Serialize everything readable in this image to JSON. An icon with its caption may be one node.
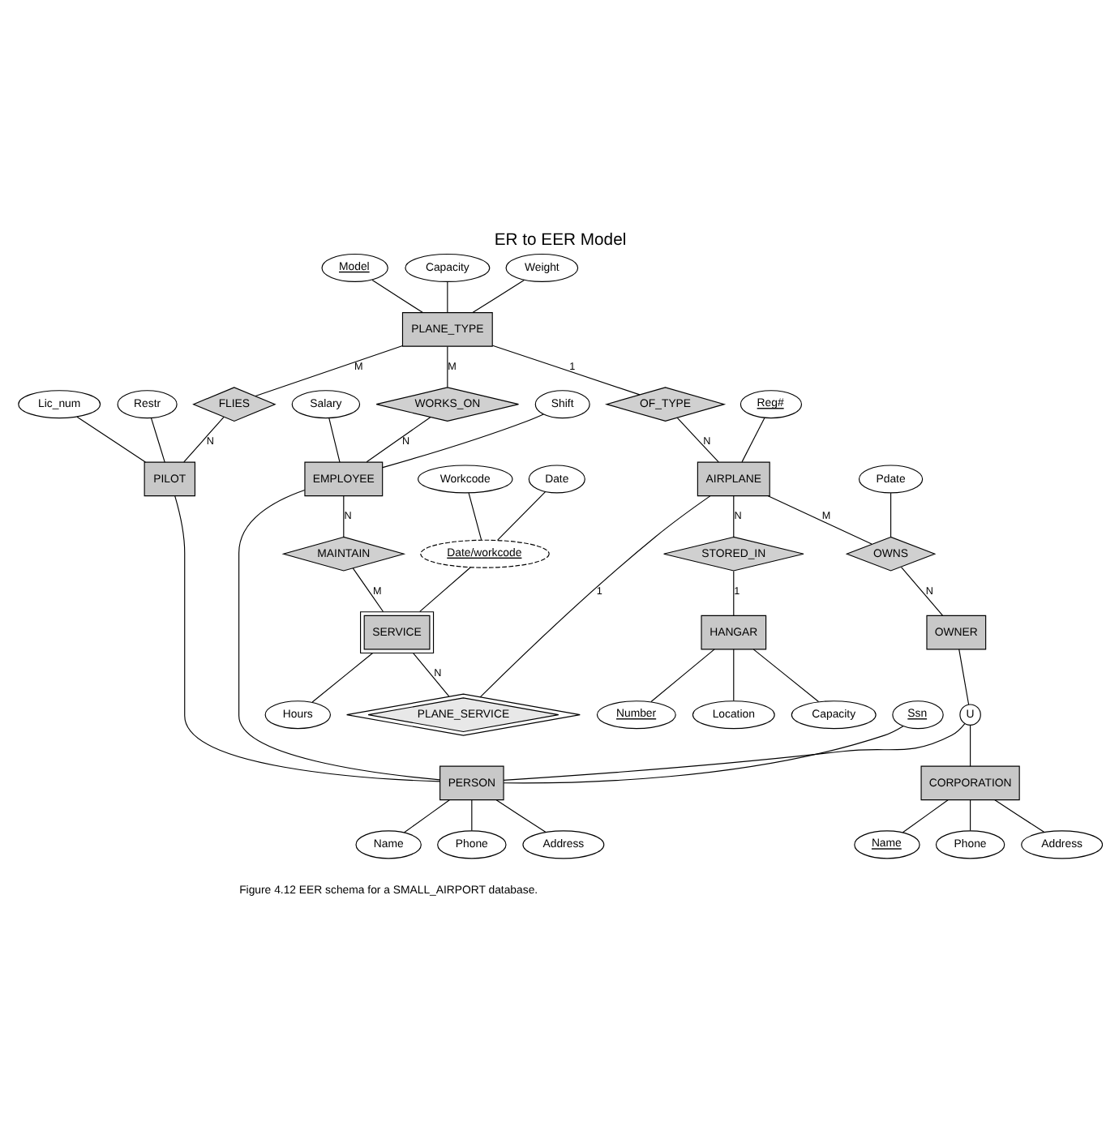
{
  "diagram": {
    "title": "ER to EER Model",
    "caption": "Figure 4.12 EER schema for a SMALL_AIRPORT database.",
    "nodes": [
      {
        "text": [
          "Salary"
        ]
      },
      {
        "text": [
          "Shift"
        ]
      },
      {
        "text": [
          "Model"
        ]
      },
      {
        "text": [
          "Capacity"
        ]
      },
      {
        "text": [
          "Weight"
        ]
      },
      {
        "text": [
          "WORKS_ON"
        ]
      },
      {
        "text": [
          "EMPLOYEE"
        ]
      },
      {
        "text": [
          "MAINTAIN"
        ]
      },
      {
        "text": [
          "PLANE_TYPE"
        ]
      },
      {
        "text": [
          "Restr"
        ]
      },
      {
        "text": [
          "Lic_num"
        ]
      },
      {
        "text": [
          "FLIES"
        ]
      },
      {
        "text": [
          "PILOT"
        ]
      },
      {
        "text": [
          "OF_TYPE"
        ]
      },
      {
        "text": [
          "Date"
        ]
      },
      {
        "text": [
          "Workcode"
        ]
      },
      {
        "text": [
          "Date/workcode"
        ]
      },
      {
        "text": [
          "SERVICE"
        ]
      },
      {
        "text": [
          "Hours"
        ]
      },
      {
        "text": [
          "Reg#"
        ]
      },
      {
        "text": [
          "AIRPLANE"
        ]
      },
      {
        "text": [
          "PLANE_SERVICE"
        ]
      },
      {
        "text": [
          "Pdate"
        ]
      },
      {
        "text": [
          "STORED_IN"
        ]
      },
      {
        "text": [
          "OWNS"
        ]
      },
      {
        "text": [
          "OWNER"
        ]
      },
      {
        "text": [
          "U"
        ]
      },
      {
        "text": [
          "HANGAR"
        ]
      },
      {
        "text": [
          "CORPORATION"
        ]
      },
      {
        "text": [
          "Ssn"
        ]
      },
      {
        "text": [
          "PERSON"
        ]
      },
      {
        "text": [
          "Number"
        ]
      },
      {
        "text": [
          "Location"
        ]
      },
      {
        "text": [
          "Name"
        ]
      },
      {
        "text": [
          "Phone"
        ]
      },
      {
        "text": [
          "Name"
        ]
      },
      {
        "text": [
          "Phone"
        ]
      },
      {
        "text": [
          "Capacity"
        ]
      },
      {
        "text": [
          "Address"
        ]
      },
      {
        "text": [
          "Address"
        ]
      }
    ],
    "edges": [
      {
        "from": 0,
        "to": 6,
        "arrow": "none"
      },
      {
        "from": 1,
        "to": 6,
        "arrow": "none"
      },
      {
        "from": 2,
        "to": 8,
        "arrow": "none"
      },
      {
        "from": 3,
        "to": 8,
        "arrow": "none"
      },
      {
        "from": 4,
        "to": 8,
        "arrow": "none"
      },
      {
        "from": 8,
        "to": 5,
        "arrow": "none",
        "label": "M"
      },
      {
        "from": 5,
        "to": 6,
        "arrow": "none",
        "label": "N"
      },
      {
        "from": 6,
        "to": 7,
        "arrow": "none",
        "label": "N"
      },
      {
        "from": 7,
        "to": 17,
        "arrow": "none",
        "label": "M"
      },
      {
        "from": 9,
        "to": 12,
        "arrow": "none"
      },
      {
        "from": 10,
        "to": 12,
        "arrow": "none"
      },
      {
        "from": 8,
        "to": 11,
        "arrow": "none",
        "label": "M"
      },
      {
        "from": 11,
        "to": 12,
        "arrow": "none",
        "label": "N"
      },
      {
        "from": 8,
        "to": 13,
        "arrow": "none",
        "label": "1"
      },
      {
        "from": 13,
        "to": 20,
        "arrow": "none",
        "label": "N"
      },
      {
        "from": 14,
        "to": 16,
        "arrow": "none"
      },
      {
        "from": 15,
        "to": 16,
        "arrow": "none"
      },
      {
        "from": 16,
        "to": 17,
        "arrow": "none"
      },
      {
        "from": 17,
        "to": 18,
        "arrow": "none"
      },
      {
        "from": 17,
        "to": 21,
        "arrow": "none",
        "label": "N"
      },
      {
        "from": 20,
        "to": 21,
        "arrow": "none",
        "label": "1"
      },
      {
        "from": 19,
        "to": 20,
        "arrow": "none"
      },
      {
        "from": 20,
        "to": 23,
        "arrow": "none",
        "label": "N"
      },
      {
        "from": 23,
        "to": 27,
        "arrow": "none",
        "label": "1"
      },
      {
        "from": 20,
        "to": 24,
        "arrow": "none",
        "label": "M"
      },
      {
        "from": 22,
        "to": 24,
        "arrow": "none"
      },
      {
        "from": 24,
        "to": 25,
        "arrow": "none",
        "label": "N"
      },
      {
        "from": 25,
        "to": 26,
        "arrow": "none"
      },
      {
        "from": 26,
        "to": 28,
        "arrow": "none"
      },
      {
        "from": 26,
        "to": 30,
        "arrow": "none"
      },
      {
        "from": 6,
        "to": 30,
        "arrow": "none"
      },
      {
        "from": 12,
        "to": 30,
        "arrow": "none"
      },
      {
        "from": 27,
        "to": 31,
        "arrow": "none"
      },
      {
        "from": 27,
        "to": 32,
        "arrow": "none"
      },
      {
        "from": 27,
        "to": 37,
        "arrow": "none"
      },
      {
        "from": 28,
        "to": 33,
        "arrow": "none"
      },
      {
        "from": 28,
        "to": 34,
        "arrow": "none"
      },
      {
        "from": 28,
        "to": 38,
        "arrow": "none"
      },
      {
        "from": 29,
        "to": 30,
        "arrow": "none"
      },
      {
        "from": 30,
        "to": 35,
        "arrow": "none"
      },
      {
        "from": 30,
        "to": 36,
        "arrow": "none"
      },
      {
        "from": 30,
        "to": 39,
        "arrow": "none"
      }
    ]
  }
}
